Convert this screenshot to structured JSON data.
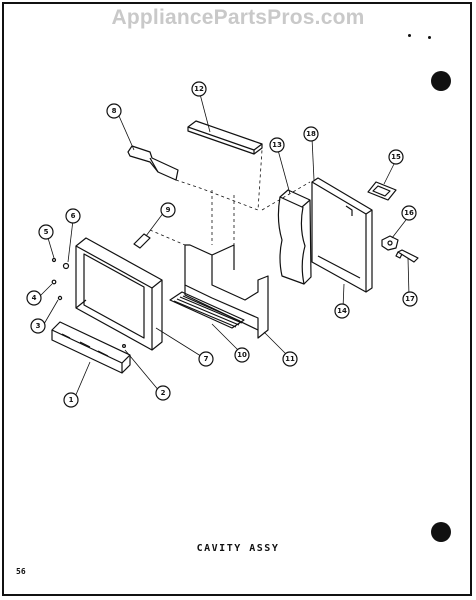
{
  "watermark": "AppliancePartsPros.com",
  "caption": "CAVITY ASSY",
  "page_number": "56",
  "callouts": [
    "1",
    "2",
    "3",
    "4",
    "5",
    "6",
    "7",
    "8",
    "9",
    "10",
    "11",
    "12",
    "13",
    "14",
    "15",
    "16",
    "17",
    "18"
  ]
}
